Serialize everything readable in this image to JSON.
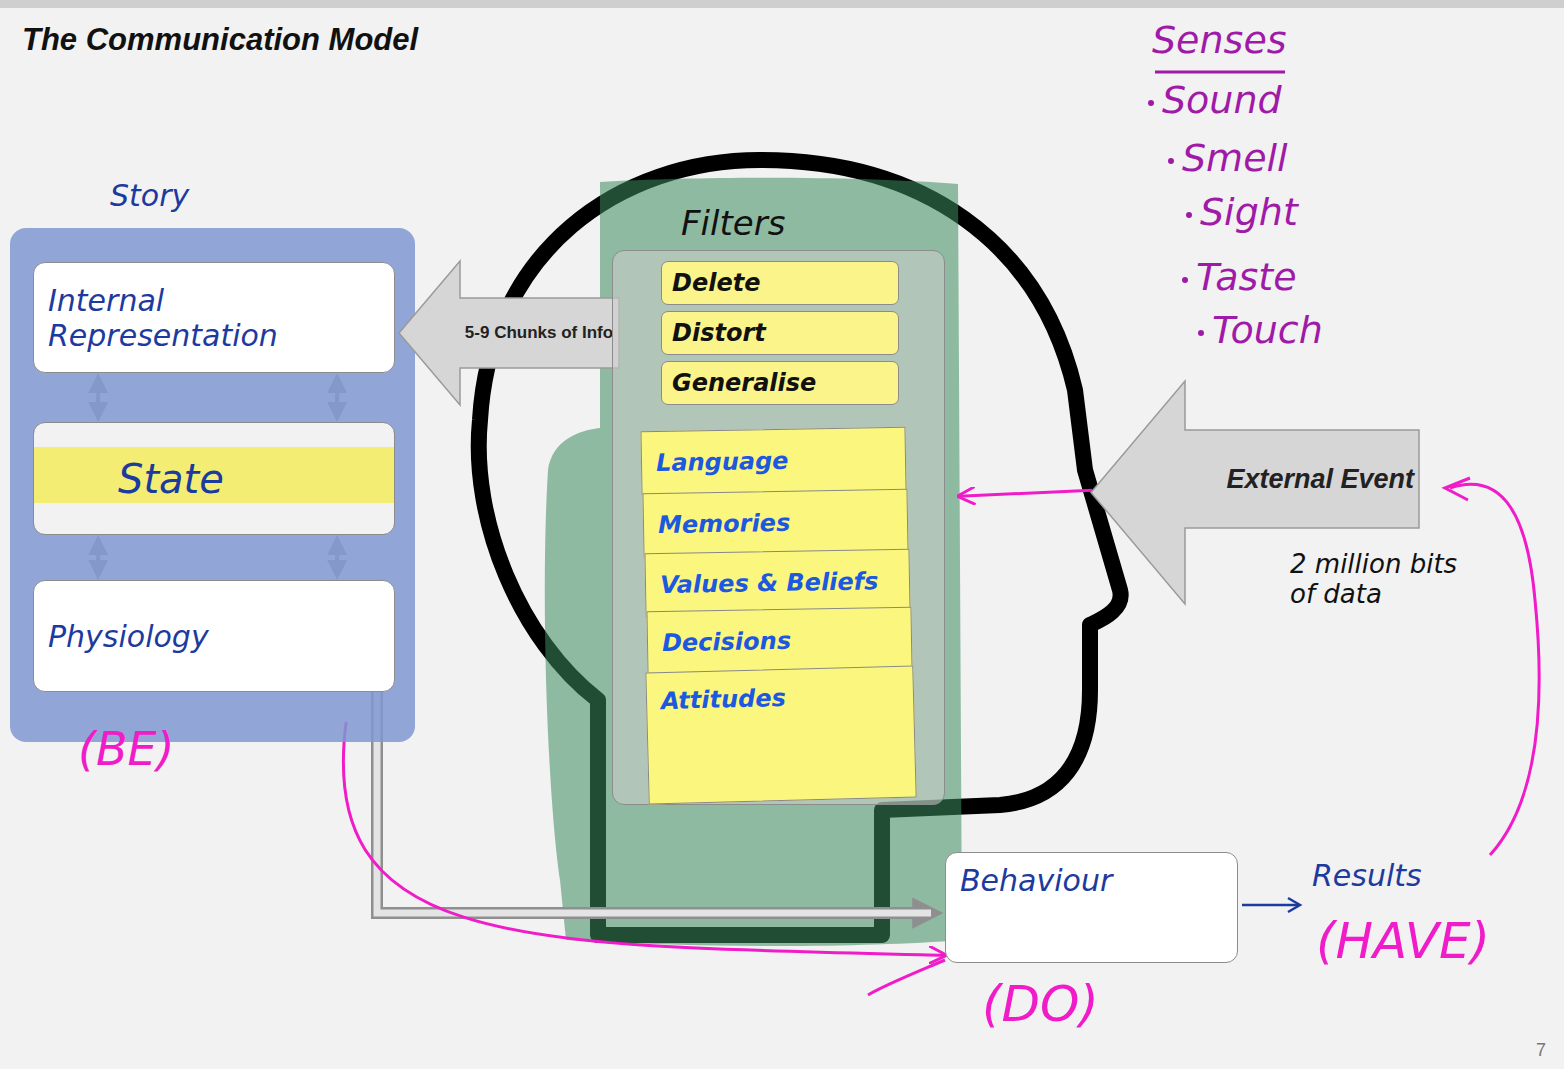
{
  "diagram": {
    "title": "The Communication Model",
    "nodes": [
      {
        "text": [
          "Story"
        ]
      },
      {
        "text": [
          "Internal Representation"
        ],
        "in": 0
      },
      {
        "text": [
          "State"
        ],
        "in": 0
      },
      {
        "text": [
          "Physiology"
        ],
        "in": 0
      },
      {
        "text": [
          "5-9 Chunks of Info"
        ]
      },
      {
        "text": [
          "Filters"
        ]
      },
      {
        "text": [
          "Delete"
        ],
        "in": 5
      },
      {
        "text": [
          "Distort"
        ],
        "in": 5
      },
      {
        "text": [
          "Generalise"
        ],
        "in": 5
      },
      {
        "text": [
          "Language"
        ],
        "in": 5
      },
      {
        "text": [
          "Memories"
        ],
        "in": 5
      },
      {
        "text": [
          "Values & Beliefs"
        ],
        "in": 5
      },
      {
        "text": [
          "Decisions"
        ],
        "in": 5
      },
      {
        "text": [
          "Attitudes"
        ],
        "in": 5
      },
      {
        "text": [
          "External Event"
        ]
      },
      {
        "text": [
          "Behaviour"
        ]
      }
    ],
    "edges": [
      {
        "from": 1,
        "to": 2,
        "arrow": "both"
      },
      {
        "from": 1,
        "to": 2,
        "arrow": "both"
      },
      {
        "from": 2,
        "to": 3,
        "arrow": "both"
      },
      {
        "from": 2,
        "to": 3,
        "arrow": "both"
      },
      {
        "from": 3,
        "to": 15,
        "arrow": "to"
      },
      {
        "from": 0,
        "to": 15,
        "arrow": "to"
      },
      {
        "from": 14,
        "to": 5,
        "arrow": "to"
      }
    ],
    "labels": [
      "(BE)",
      "(DO)",
      "Results",
      "(HAVE)",
      "2 million bits of data",
      "Senses",
      "Sound",
      "Smell",
      "Sight",
      "Taste",
      "Touch",
      "7"
    ]
  }
}
